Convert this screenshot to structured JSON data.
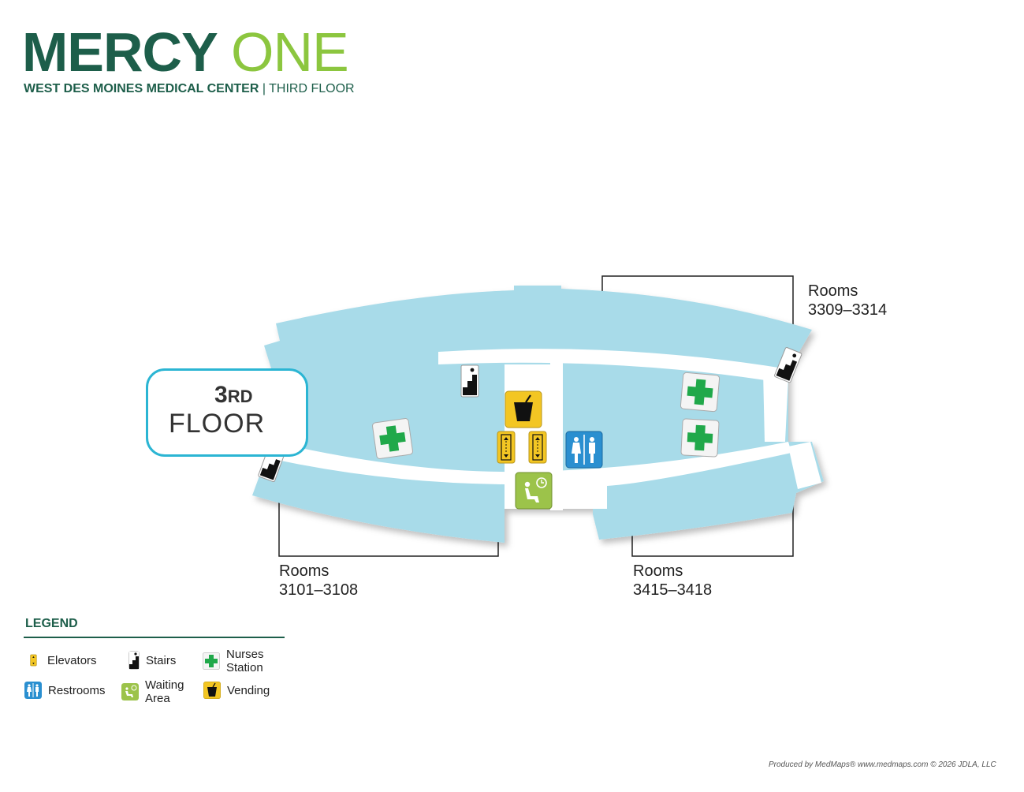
{
  "header": {
    "brand_dark": "MERCY",
    "brand_light": "ONE",
    "facility": "WEST DES MOINES MEDICAL CENTER",
    "separator": " | ",
    "floor_title": "THIRD FLOOR"
  },
  "floor_badge": {
    "ordinal": "3",
    "suffix": "RD",
    "word": "FLOOR"
  },
  "rooms": {
    "north_east": {
      "line1": "Rooms",
      "line2": "3309–3314"
    },
    "south_west": {
      "line1": "Rooms",
      "line2": "3101–3108"
    },
    "south_east": {
      "line1": "Rooms",
      "line2": "3415–3418"
    }
  },
  "legend": {
    "title": "LEGEND",
    "items": [
      {
        "icon": "elevator-icon",
        "label": "Elevators"
      },
      {
        "icon": "stairs-icon",
        "label": "Stairs"
      },
      {
        "icon": "nurses-station-icon",
        "label": "Nurses\nStation"
      },
      {
        "icon": "restroom-icon",
        "label": "Restrooms"
      },
      {
        "icon": "waiting-area-icon",
        "label": "Waiting\nArea"
      },
      {
        "icon": "vending-icon",
        "label": "Vending"
      }
    ]
  },
  "colors": {
    "brand_dark": "#1d5e4a",
    "brand_light": "#8cc63f",
    "floor_fill": "#a8dbe9",
    "corridor": "#ffffff",
    "badge_border": "#2bb5d3",
    "elevator": "#f3c623",
    "restroom": "#2a8fd0",
    "waiting": "#9cc34a",
    "vending": "#f3c623",
    "nurses_cross": "#20a84a"
  },
  "footer": {
    "credit": "Produced by MedMaps®  www.medmaps.com   © 2026 JDLA, LLC"
  }
}
